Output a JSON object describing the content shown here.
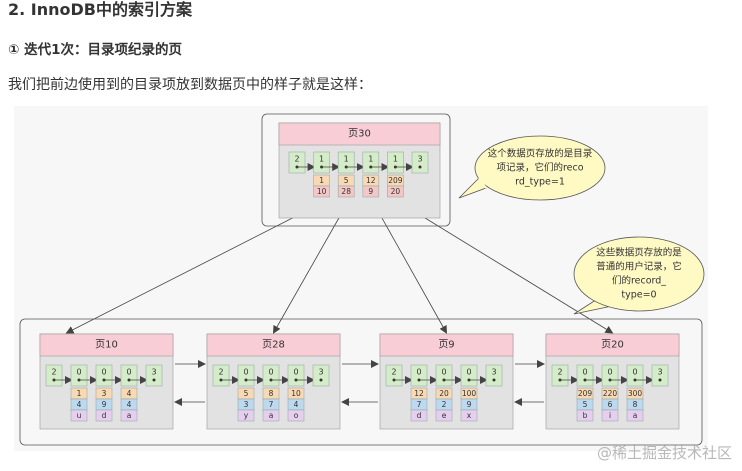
{
  "section_title": "2. InnoDB中的索引方案",
  "subsection_title": "① 迭代1次：目录项纪录的页",
  "paragraph": "我们把前边使用到的目录项放到数据页中的样子就是这样：",
  "watermark": "@稀土掘金技术社区",
  "colors": {
    "page_header": "#f8cdd6",
    "header_cell": "#d4edc8",
    "orange_cell": "#f9d9b3",
    "red_cell": "#f5c6c6",
    "blue_cell": "#bcd9ef",
    "purple_cell": "#e6cfee",
    "callout_fill": "#fff9c4"
  },
  "diagram": {
    "top_page": {
      "title": "页30",
      "headers": [
        "2",
        "1",
        "1",
        "1",
        "1",
        "3"
      ],
      "keys": [
        "1",
        "5",
        "12",
        "209"
      ],
      "page_nos": [
        "10",
        "28",
        "9",
        "20"
      ]
    },
    "callouts": [
      "这个数据页存放的是目录项记录，它们的record_type=1",
      "这些数据页存放的是普通的用户记录，它们的record_type=0"
    ],
    "leaf_pages": [
      {
        "title": "页10",
        "headers": [
          "2",
          "0",
          "0",
          "0",
          "3"
        ],
        "row1": [
          "1",
          "3",
          "4"
        ],
        "row2": [
          "4",
          "9",
          "4"
        ],
        "row3": [
          "u",
          "d",
          "a"
        ]
      },
      {
        "title": "页28",
        "headers": [
          "2",
          "0",
          "0",
          "0",
          "3"
        ],
        "row1": [
          "5",
          "8",
          "10"
        ],
        "row2": [
          "3",
          "7",
          "4"
        ],
        "row3": [
          "y",
          "a",
          "o"
        ]
      },
      {
        "title": "页9",
        "headers": [
          "2",
          "0",
          "0",
          "0",
          "3"
        ],
        "row1": [
          "12",
          "20",
          "100"
        ],
        "row2": [
          "7",
          "2",
          "9"
        ],
        "row3": [
          "d",
          "e",
          "x"
        ]
      },
      {
        "title": "页20",
        "headers": [
          "2",
          "0",
          "0",
          "0",
          "3"
        ],
        "row1": [
          "209",
          "220",
          "300"
        ],
        "row2": [
          "5",
          "6",
          "8"
        ],
        "row3": [
          "b",
          "i",
          "a"
        ]
      }
    ]
  }
}
